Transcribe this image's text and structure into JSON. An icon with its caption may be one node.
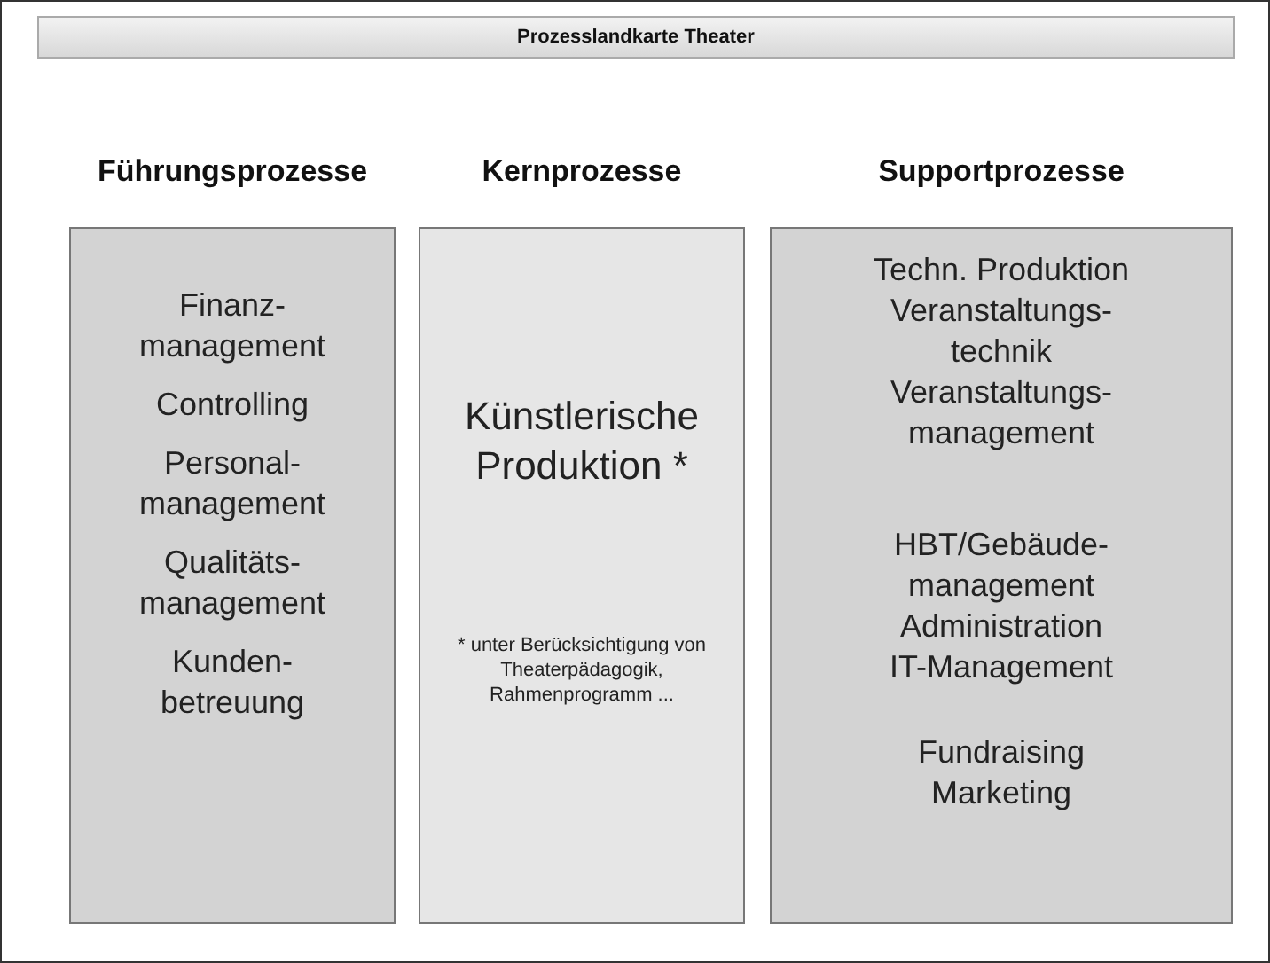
{
  "diagram": {
    "nodes": [
      {
        "text": [
          "Prozesslandkarte Theater"
        ]
      },
      {
        "text": [
          "Führungsprozesse",
          "Finanz- management",
          "Controlling",
          "Personal- management",
          "Qualitäts- management",
          "Kunden- betreuung"
        ]
      },
      {
        "text": [
          "Kernprozesse",
          "Künstlerische Produktion *",
          "* unter Berücksichtigung von Theaterpädagogik, Rahmenprogramm ..."
        ]
      },
      {
        "text": [
          "Supportprozesse",
          "Techn. Produktion",
          "Veranstaltungs- technik",
          "Veranstaltungs- management",
          "HBT/Gebäude- management",
          "Administration",
          "IT-Management",
          "Fundraising",
          "Marketing"
        ]
      }
    ]
  }
}
